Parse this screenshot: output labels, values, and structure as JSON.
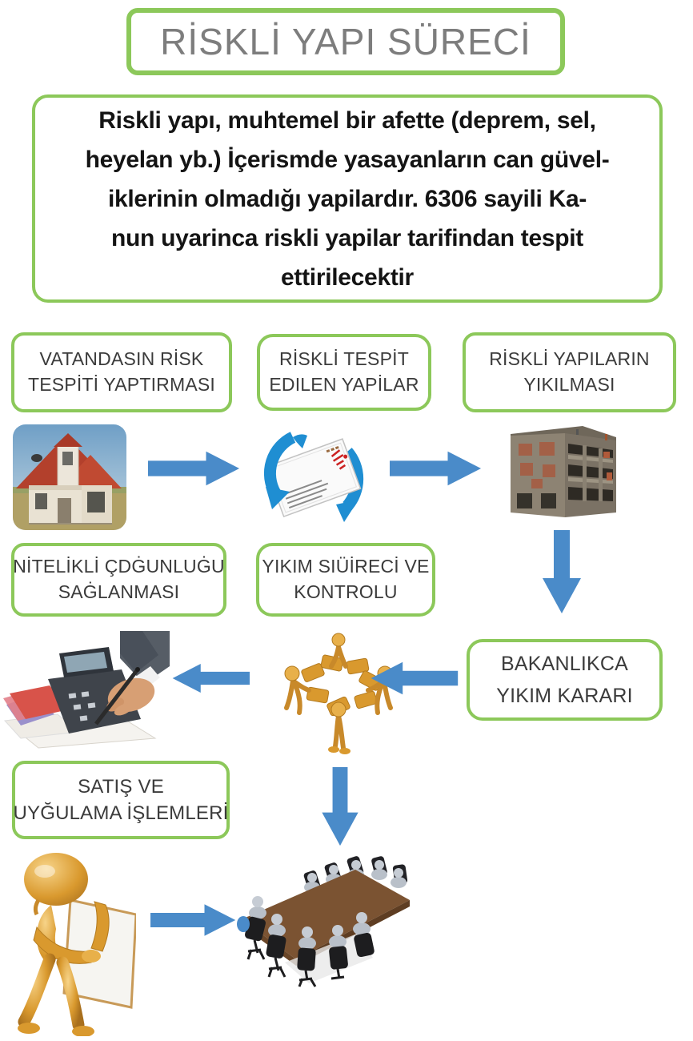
{
  "colors": {
    "accent_green": "#8cc85a",
    "arrow_blue": "#4a8bc9"
  },
  "title": "RİSKLİ YAPI SÜRECİ",
  "intro": {
    "lines": [
      "Riskli yapı, muhtemel bir afette (deprem, sel,",
      "heyelan yb.) İçerismde yasayanların can güvel-",
      "iklerinin olmadığı yapilardır. 6306 sayili Ka-",
      "nun uyarinca riskli yapilar tarifindan tespit",
      "ettirilecektir"
    ]
  },
  "steps": {
    "citizen_risk": {
      "line1": "VATANDASIN RİSK",
      "line2": "TESPİTİ YAPTIRMASI"
    },
    "detected_buildings": {
      "line1": "RİSKLİ TESPİT",
      "line2": "EDILEN YAPİLAR"
    },
    "buildings_demolition": {
      "line1": "RİSKLİ YAPILARIN",
      "line2": "YIKILMASI"
    },
    "qualified_majority": {
      "line1": "NİTELİKLİ ÇDĠUNLUĠU",
      "line2": "SAĠLANMASI"
    },
    "demolition_process": {
      "line1": "YIKIM SIÜİRECİ VE",
      "line2": "KONTROLU"
    },
    "ministry_decision": {
      "line1": "BAKANLIKCA",
      "line2": "YIKIM KARARI"
    },
    "sale_implementation": {
      "line1": "SATIŞ VE",
      "line2": "UYĞULAMA İŞLEMLERİ"
    }
  },
  "illustrations": {
    "house": "old-damaged-house-photo",
    "letter": "notification-letter-icon",
    "building": "ruined-building-photo",
    "calculator": "hand-calculator-photo",
    "team": "gold-figures-teamwork",
    "presenter": "gold-figure-with-board",
    "meeting": "conference-table-meeting"
  }
}
